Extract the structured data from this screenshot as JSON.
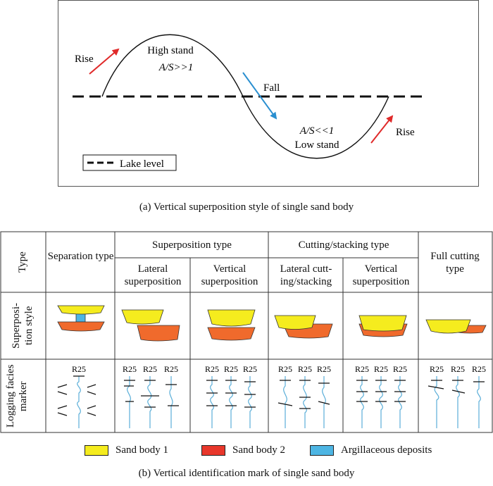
{
  "panel_a": {
    "rise_left": "Rise",
    "high_stand": "High stand",
    "ratio_high": "A/S>>1",
    "fall": "Fall",
    "ratio_low": "A/S<<1",
    "low_stand": "Low stand",
    "rise_right": "Rise",
    "legend_lake_level": "Lake level",
    "caption": "(a) Vertical superposition style of single sand body"
  },
  "panel_b": {
    "row_type": "Type",
    "row_style": "Superposi-tion style",
    "row_logging": "Logging facies marker",
    "col_separation": "Separation type",
    "group_superposition": "Superposition type",
    "col_lateral_superposition": "Lateral superposition",
    "col_vertical_superposition": "Vertical superposition",
    "group_cutting": "Cutting/stacking type",
    "col_lateral_cutting": "Lateral cutt-ing/stacking",
    "col_vertical_superposition_2": "Vertical superposition",
    "col_full_cutting": "Full cutting type",
    "well_label": "R25",
    "legend": [
      {
        "label": "Sand body 1",
        "color": "#f5ec1e"
      },
      {
        "label": "Sand body 2",
        "color": "#e8372b"
      },
      {
        "label": "Argillaceous deposits",
        "color": "#4db5e3"
      }
    ],
    "caption": "(b) Vertical identification mark of single sand body"
  },
  "colors": {
    "sand1": "#f5ec1e",
    "sand2": "#f06a2c",
    "argillaceous": "#4db5e3",
    "log_curve": "#5aaed8",
    "arrow_red": "#e02a2a",
    "arrow_blue": "#2a8fd0"
  }
}
